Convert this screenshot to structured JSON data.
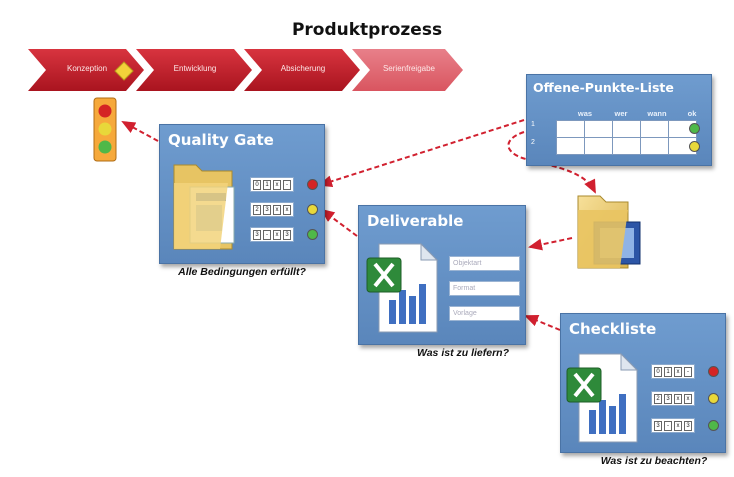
{
  "title": "Produktprozess",
  "process_steps": [
    "Konzeption",
    "Entwicklung",
    "Absicherung",
    "Serienfreigabe"
  ],
  "quality_gate": {
    "title": "Quality Gate",
    "caption": "Alle Bedingungen erfüllt?",
    "conditions": [
      {
        "cells": [
          "0",
          "1",
          "x",
          "-"
        ],
        "status": "red"
      },
      {
        "cells": [
          "2",
          "3",
          "x",
          "x"
        ],
        "status": "yellow"
      },
      {
        "cells": [
          "3",
          "-",
          "x",
          "3"
        ],
        "status": "green"
      }
    ]
  },
  "deliverable": {
    "title": "Deliverable",
    "caption": "Was ist zu liefern?",
    "fields": [
      "Objektart",
      "Format",
      "Vorlage"
    ]
  },
  "checklist": {
    "title": "Checkliste",
    "caption": "Was ist zu beachten?",
    "conditions": [
      {
        "cells": [
          "0",
          "1",
          "x",
          "-"
        ],
        "status": "red"
      },
      {
        "cells": [
          "2",
          "3",
          "x",
          "x"
        ],
        "status": "yellow"
      },
      {
        "cells": [
          "3",
          "-",
          "x",
          "3"
        ],
        "status": "green"
      }
    ]
  },
  "open_points": {
    "title": "Offene-Punkte-Liste",
    "headers": [
      "was",
      "wer",
      "wann",
      "ok"
    ],
    "rows": [
      {
        "num": "1",
        "status": "green"
      },
      {
        "num": "2",
        "status": "yellow"
      }
    ]
  },
  "colors": {
    "chevron_dark": "#c41e2a",
    "chevron_light": "#e8707a",
    "panel_blue": "#6a98cc",
    "arrow_red": "#d1202f",
    "red": "#d42424",
    "yellow": "#e8d83a",
    "green": "#4fb848",
    "diamond": "#f3d23a"
  },
  "icons": [
    "traffic-light-icon",
    "folder-icon",
    "excel-icon",
    "document-icon"
  ]
}
